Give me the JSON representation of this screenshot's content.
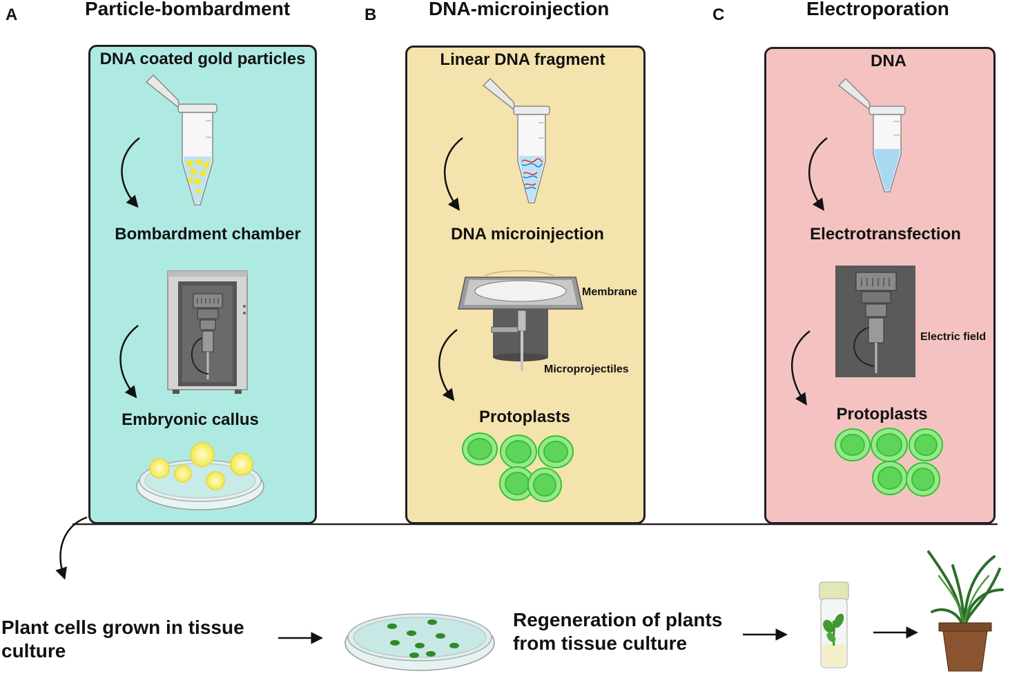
{
  "panels": {
    "a": {
      "letter": "A",
      "title": "Particle-bombardment",
      "steps": [
        "DNA coated gold particles",
        "Bombardment chamber",
        "Embryonic callus"
      ],
      "color": "#aeeae2"
    },
    "b": {
      "letter": "B",
      "title": "DNA-microinjection",
      "steps": [
        "Linear DNA fragment",
        "DNA microinjection",
        "Protoplasts"
      ],
      "labels": [
        "Membrane",
        "Microprojectiles"
      ],
      "color": "#f5e3ad"
    },
    "c": {
      "letter": "C",
      "title": "Electroporation",
      "steps": [
        "DNA",
        "Electrotransfection",
        "Protoplasts"
      ],
      "labels": [
        "Electric field"
      ],
      "color": "#f4c3c1"
    }
  },
  "bottom": {
    "step1": "Plant cells grown in tissue culture",
    "step2": "Regeneration of plants from tissue culture"
  },
  "icons": [
    "tube-icon",
    "curved-arrow-icon",
    "bombardment-chamber-icon",
    "petri-dish-icon",
    "microinjection-device-icon",
    "electroporator-icon",
    "protoplast-icon",
    "culture-tube-icon",
    "potted-plant-icon",
    "right-arrow-icon"
  ]
}
